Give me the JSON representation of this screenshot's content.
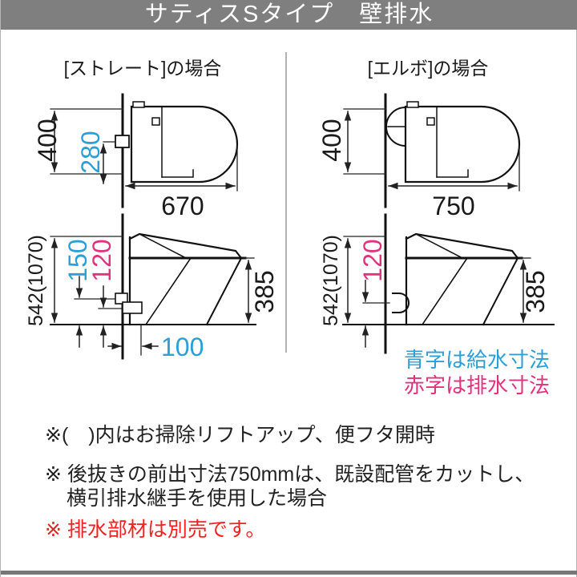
{
  "header": {
    "title": "サティスSタイプ　壁排水"
  },
  "colors": {
    "header_gray": "#7f7f7f",
    "supply_blue": "#2d9fd6",
    "drain_pink": "#e0337e",
    "warning_red": "#f32121",
    "line_black": "#222222"
  },
  "left_diagram": {
    "label": "[ストレート]の場合",
    "top_view": {
      "overall_width": "400",
      "supply_offset": "280",
      "depth": "670"
    },
    "side_view": {
      "overall_height": "542(1070)",
      "supply_height": "150",
      "drain_height": "120",
      "seat_height": "385",
      "drain_offset": "100"
    }
  },
  "right_diagram": {
    "label": "[エルボ]の場合",
    "top_view": {
      "overall_width": "400",
      "depth": "750"
    },
    "side_view": {
      "overall_height": "542(1070)",
      "drain_height": "120",
      "seat_height": "385"
    }
  },
  "legend": {
    "supply_note": "青字は給水寸法",
    "drain_note": "赤字は排水寸法"
  },
  "notes": [
    "※(　)内はお掃除リフトアップ、便フタ開時",
    "※ 後抜きの前出寸法750mmは、既設配管をカットし、",
    "横引排水継手を使用した場合",
    "※ 排水部材は別売です。"
  ]
}
